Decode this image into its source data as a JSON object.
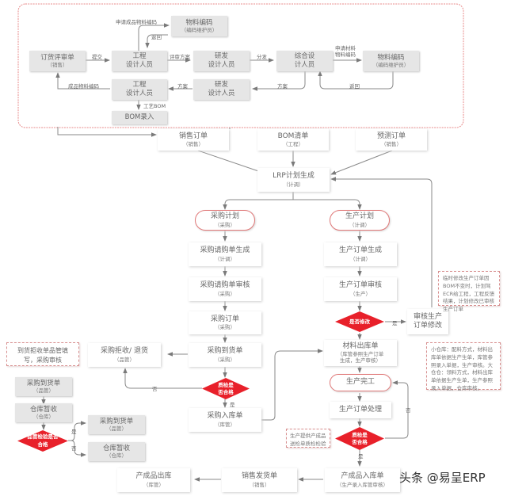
{
  "design_group": {
    "order_review": {
      "title": "订货评审单",
      "role": "（销售）"
    },
    "eng_designer_top": {
      "title": "工程",
      "title2": "设计人员"
    },
    "material_code_top": {
      "title": "物料编码",
      "role": "（编码维护员）"
    },
    "rd_designer_top": {
      "title": "研发",
      "title2": "设计人员"
    },
    "general_designer": {
      "title": "综合设",
      "title2": "计人员"
    },
    "material_code_right": {
      "title": "物料编码",
      "role": "（编码维护员）"
    },
    "eng_designer_bottom": {
      "title": "工程",
      "title2": "设计人员"
    },
    "rd_designer_bottom": {
      "title": "研发",
      "title2": "设计人员"
    },
    "bom_entry": {
      "title": "BOM录入"
    },
    "labels": {
      "apply_product_code": "申请成品物料编码",
      "return_top": "返回",
      "submit": "提交",
      "review_plan": "评审方案",
      "distribute": "分发",
      "apply_material_code_1": "申请材料",
      "apply_material_code_2": "物料编码",
      "plan_left": "方案",
      "plan_right": "方案",
      "return_right": "返回",
      "product_code": "成品物料编码",
      "process_bom": "工艺BOM"
    }
  },
  "sources": {
    "sales_order": {
      "title": "销售订单",
      "role": "（销售）"
    },
    "bom_list": {
      "title": "BOM清单",
      "role": "（工程）"
    },
    "forecast_order": {
      "title": "预测订单",
      "role": "（销售）"
    }
  },
  "lrp": {
    "title": "LRP计划生成",
    "role": "（计调）"
  },
  "purchase_branch": {
    "plan": {
      "title": "采购计划",
      "role": "（采购）"
    },
    "requisition_gen": {
      "title": "采购请购单生成",
      "role": "（计调）"
    },
    "requisition_review": {
      "title": "采购请购单审核",
      "role": "（采购）"
    },
    "purchase_order": {
      "title": "采购订单",
      "role": "（采购）"
    },
    "arrival": {
      "title": "采购到货单",
      "role": "（采购）"
    },
    "qc_decision": {
      "line1": "质检是",
      "line2": "否合格"
    },
    "reject_return": {
      "title": "采购拒收/ 退货",
      "role": "（品管）"
    },
    "inbound": {
      "title": "采购入库单",
      "role": "（库管）"
    },
    "label_yes": "是",
    "label_no": "否"
  },
  "production_branch": {
    "plan": {
      "title": "生产计划",
      "role": "（计调）"
    },
    "order_gen": {
      "title": "生产订单生成",
      "role": "（计调）"
    },
    "order_review": {
      "title": "生产订单审核",
      "role": "（生产）"
    },
    "modify_decision": {
      "line1": "是否修改"
    },
    "review_modify": {
      "title": "审核生产",
      "title2": "订单修改"
    },
    "material_out": {
      "title": "材料出库单",
      "role": "（库管参照生产订单",
      "role2": "生成，生产审核）"
    },
    "completion": {
      "title": "生产完工"
    },
    "order_process": {
      "title": "生产订单处理"
    },
    "qc_decision": {
      "line1": "质检是",
      "line2": "否合格"
    },
    "product_inbound": {
      "title": "产成品入库单",
      "role": "（生产录入库管审核）"
    },
    "label_yes_modify": "是",
    "label_no_qc": "否",
    "label_yes_qc": "是"
  },
  "shipping": {
    "sales_delivery": {
      "title": "销售发货单",
      "role": "（销售）"
    },
    "product_out": {
      "title": "产成品出库",
      "role": "（库管）"
    }
  },
  "side_flow": {
    "arrival_qc": {
      "title": "采购到货单",
      "role": "（品管）"
    },
    "warehouse_temp": {
      "title": "仓库暂收",
      "role": "（仓库）"
    },
    "decision": {
      "line1": "品管检验是否",
      "line2": "合格"
    },
    "result_yes": {
      "title": "采购到货单",
      "role": "（品管）"
    },
    "result_no": {
      "title": "仓库暂收",
      "role": "（仓库）"
    },
    "label_yes": "是",
    "label_no": "否"
  },
  "notes": {
    "reject_note": "到货拒收单品管填写，采购审核",
    "modify_note": "临时修改生产订单因BOM不变时，计划驾ECR给工程，工程反馈结果，计划修改已审核生产订单",
    "warehouse_note": "小仓库：配料方式，材料出库单依据生产生单，库管参照录入单据，生产审核。大仓仓：领料方式，材料出库单依据生产生单，生产参照录入单据，仓库审核。",
    "product_qc_note": "生产提供产成品送检单质检检验"
  },
  "watermark": "头条 @易呈ERP",
  "colors": {
    "decision_red": "#e8202a",
    "frame_border": "#e88a8a",
    "round_border": "#e07878",
    "line": "#888888"
  }
}
